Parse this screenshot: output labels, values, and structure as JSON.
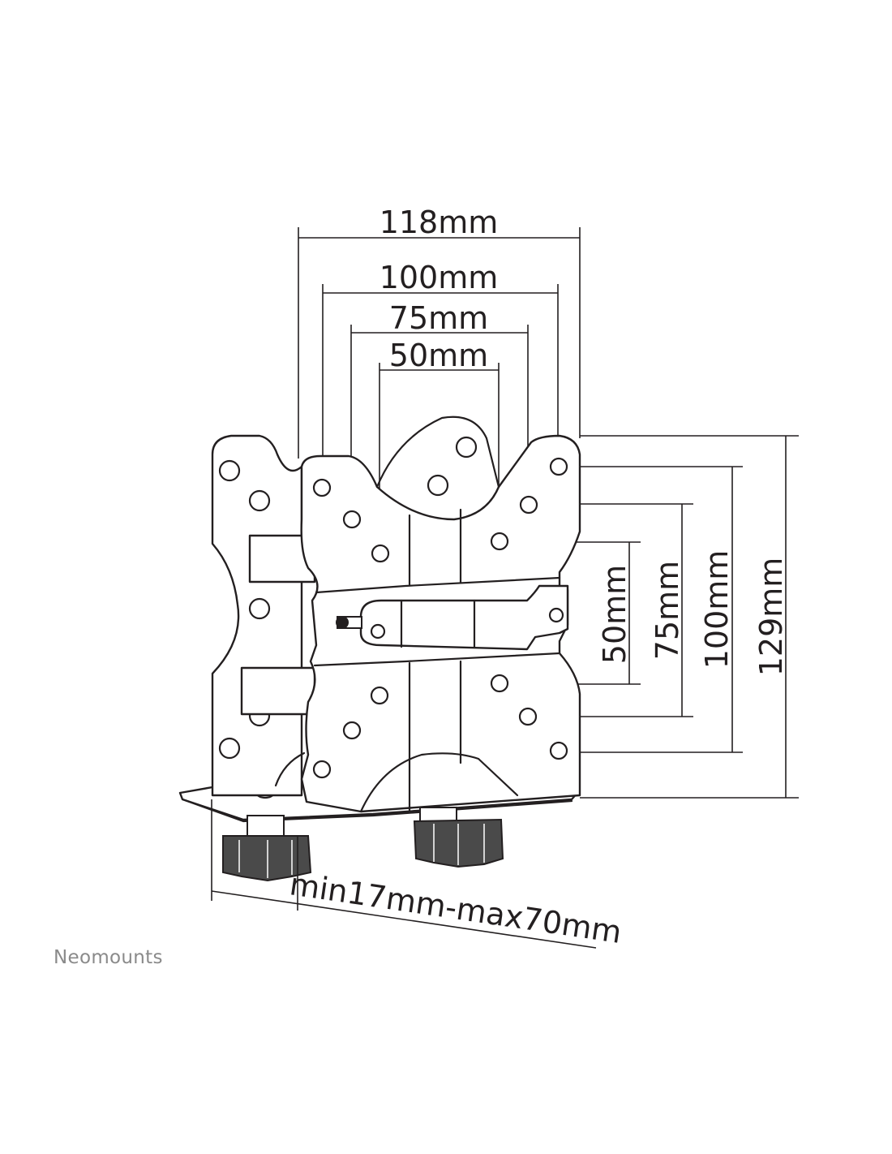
{
  "brand": "Neomounts",
  "dimensions": {
    "horizontal": [
      "118mm",
      "100mm",
      "75mm",
      "50mm"
    ],
    "vertical": [
      "50mm",
      "75mm",
      "100mm",
      "129mm"
    ],
    "clamp_range": "min17mm-max70mm"
  },
  "colors": {
    "line": "#231f20",
    "brand": "#8a8a8a",
    "background": "#ffffff"
  }
}
